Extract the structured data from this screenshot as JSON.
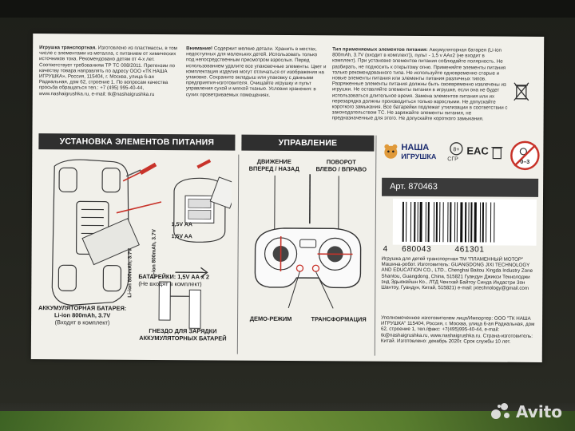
{
  "panel_top": {
    "col1_lead": "Игрушка транспортная.",
    "col1_body": "Изготовлено из пластмассы, в том числе с элементами из металла, с питанием от химических источников тока. Рекомендовано детям от 4-х лет. Соответствует требованиям ТР ТС 008/2011. Претензии по качеству товара направлять по адресу ООО «ТК НАША ИГРУШКА», Россия, 115404, г. Москва, улица 6-ая Радиальная, дом 62, строение 1. По вопросам качества просьба обращаться тел.: +7 (495) 995-40-44, www.nashaigrushka.ru, e-mail: tk@nashaigrushka.ru",
    "col2_lead": "Внимание!",
    "col2_body": "Содержит мелкие детали. Хранить в местах, недоступных для маленьких детей. Использовать только под непосредственным присмотром взрослых. Перед использованием удалите все упаковочные элементы. Цвет и комплектация изделия могут отличаться от изображения на упаковке. Сохраните вкладыш или упаковку с данными предприятия-изготовителя. Очищайте игрушку и пульт управления сухой и мягкой тканью. Условия хранения: в сухих проветриваемых помещениях.",
    "col3_lead": "Тип применяемых элементов питания:",
    "col3_body": "Аккумуляторная батарея (Li-ion 800mAh, 3.7V (входит в комплект)), пульт - 1,5 v AAx2 (не входит в комплект). При установке элементов питания соблюдайте полярность. Не разбирать, не подносить к открытому огню. Применяйте элементы питания только рекомендованного типа. Не используйте одновременно старые и новые элементы питания или элементы питания различных типов. Разряженные элементы питания должны быть своевременно извлечены из игрушки. Не оставляйте элементы питания в игрушке, если она не будет использоваться длительное время. Замена элементов питания или их перезарядка должны производиться только взрослыми. Не допускайте короткого замыкания. Все батарейки подлежат утилизации в соответствии с законодательством ТС. Не заряжайте элементы питания, не предназначенные для этого. Не допускайте короткого замыкания."
  },
  "section_battery": {
    "title": "УСТАНОВКА ЭЛЕМЕНТОВ ПИТАНИЯ",
    "aa_label_1": "1,5V AA",
    "aa_label_2": "1,5V AA",
    "batteries_title": "БАТАРЕЙКИ: 1,5V AA x 2",
    "batteries_note": "(Не входят в комплект)",
    "battery_vertical": "Li-ion 800mAh, 3.7V",
    "cable_vertical": "Li-ion 800mAh, 3.7V",
    "accum_title": "АККУМУЛЯТОРНАЯ БАТАРЕЯ:",
    "accum_spec": "Li-ion 800mAh, 3.7V",
    "accum_note": "(Входят в комплект)",
    "socket_title": "ГНЕЗДО ДЛЯ ЗАРЯДКИ",
    "socket_title_2": "АККУМУЛЯТОРНЫХ БАТАРЕЙ"
  },
  "section_control": {
    "title": "УПРАВЛЕНИЕ",
    "left_label_1": "ДВИЖЕНИЕ",
    "left_label_2": "ВПЕРЕД / НАЗАД",
    "right_label_1": "ПОВОРОТ",
    "right_label_2": "ВЛЕВО / ВПРАВО",
    "bottom_left": "ДЕМО-РЕЖИМ",
    "bottom_right": "ТРАНСФОРМАЦИЯ"
  },
  "badges": {
    "brand_1": "НАША",
    "brand_2": "ИГРУШКА",
    "sgr": "СГР",
    "eac": "EAC",
    "age": "0–3"
  },
  "product": {
    "art": "Арт. 870463",
    "barcode_left": "4",
    "barcode_mid": "680043",
    "barcode_right": "461301",
    "info_1": "Игрушка для детей транспортная ТМ \"ПЛАМЕННЫЙ МОТОР\" Машина-робот. Изготовитель: GUANGDONG JIXI TECHNOLOGY AND EDUCATION CO., LTD., Chenghai Baitou Xingda Industry Zone Shantou, Guangdong, China, 515821 Гуандун Джикси Текнолоджи энд Эдьюкейшн Ко., ЛТД Ченгхай Байтоу Синда Индастри Зон Шантоу, Гуандун, Китай, 515821) e-mail: jxtechnology@gmail.com",
    "info_2": "Уполномоченное изготовителем лицо/Импортер: ООО \"ТК НАША ИГРУШКА\" 115404, Россия, г. Москва, улица 6-ая Радиальная, дом 62, строение 1, тел./факс: +7(495)995-40-44, e-mail: tk@nashaigrushka.ru, www.nashaigrushka.ru. Страна-изготовитель: Китай. Изготовлено: декабрь 2020г. Срок службы 10 лет."
  },
  "watermark": "Avito",
  "colors": {
    "accent_red": "#c8332a",
    "label_paper": "#f1f0ea",
    "header_bar": "#2f2f2f"
  }
}
